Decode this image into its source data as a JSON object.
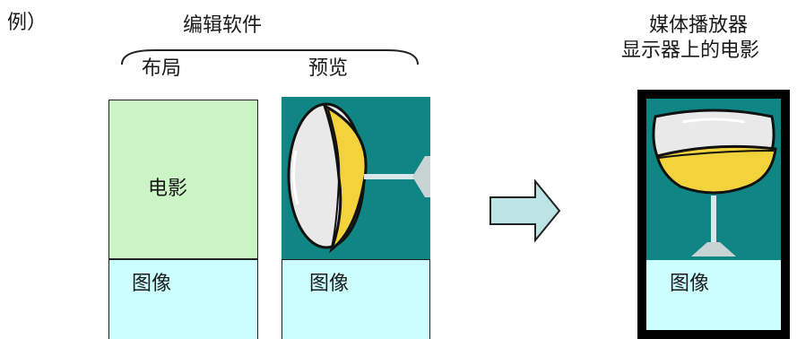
{
  "example_label": "例）",
  "editor": {
    "title": "编辑软件",
    "layout_label": "布局",
    "preview_label": "预览",
    "movie_label": "电影",
    "image_label_layout": "图像",
    "image_label_preview": "图像"
  },
  "player": {
    "title_line1": "媒体播放器",
    "title_line2": "显示器上的电影",
    "image_label": "图像"
  },
  "colors": {
    "movie_fill": "#ccf5c5",
    "image_fill": "#ccffff",
    "teal": "#0f8584",
    "arrow_fill": "#bce4e4",
    "wine": "#f2d33b"
  },
  "icons": [
    "wine-glass-illustration",
    "right-arrow-icon",
    "curly-brace"
  ]
}
